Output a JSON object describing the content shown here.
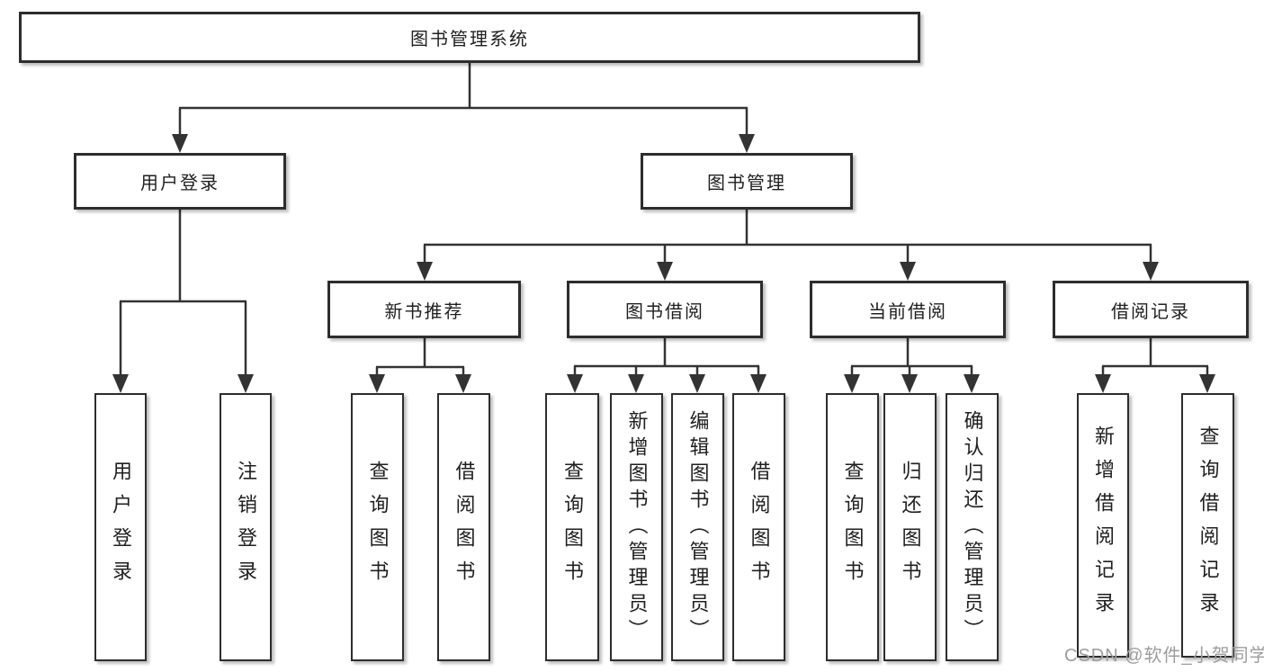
{
  "diagram": {
    "root_label": "图书管理系统",
    "level2": {
      "user_login": "用户登录",
      "book_mgmt": "图书管理"
    },
    "level3": {
      "new_book_rec": "新书推荐",
      "book_borrow": "图书借阅",
      "current_borrow": "当前借阅",
      "borrow_records": "借阅记录"
    },
    "leaves": {
      "user_login": [
        "用户登录",
        "注销登录"
      ],
      "new_book_rec": [
        "查询图书",
        "借阅图书"
      ],
      "book_borrow": [
        "查询图书",
        "新增图书（管理员）",
        "编辑图书（管理员）",
        "借阅图书"
      ],
      "current_borrow": [
        "查询图书",
        "归还图书",
        "确认归还（管理员）"
      ],
      "borrow_records": [
        "新增借阅记录",
        "查询借阅记录"
      ]
    }
  },
  "watermark": "CSDN @软件_小贺同学",
  "colors": {
    "line": "#333333",
    "box_border": "#2d2d2d",
    "box_fill": "#ffffff",
    "text": "#1f1f1f",
    "watermark": "#9c9c9c"
  }
}
